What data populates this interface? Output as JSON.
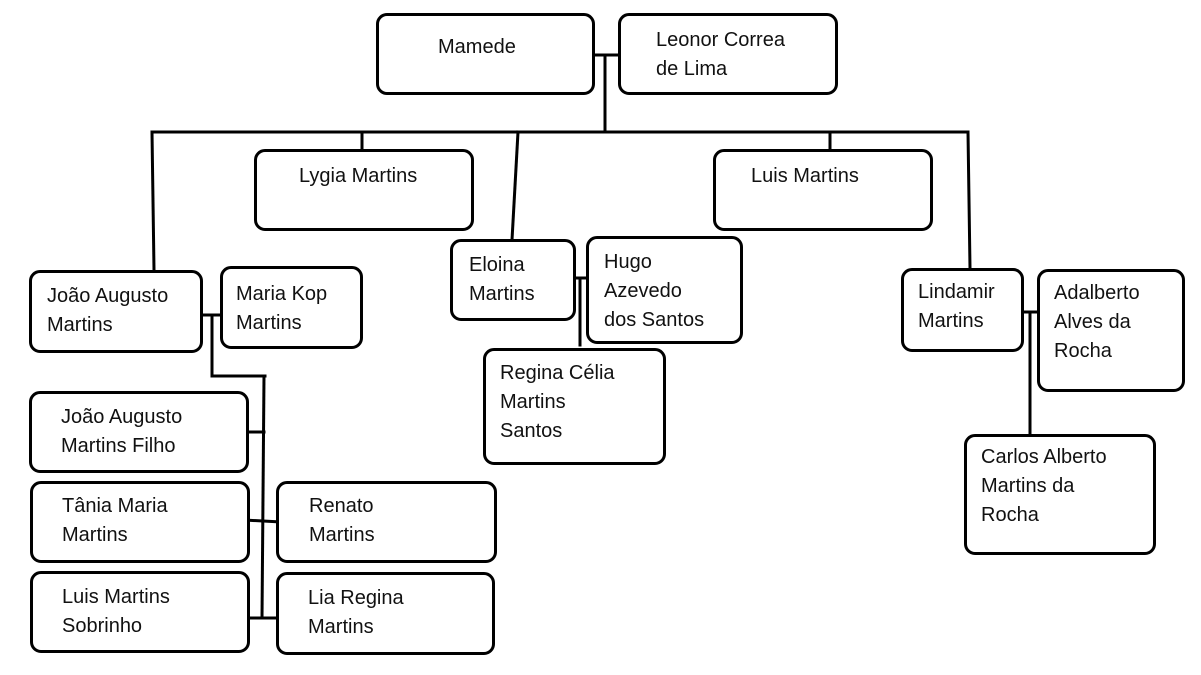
{
  "family_tree": {
    "couple_top": {
      "husband": "Mamede",
      "wife": "Leonor Correa\nde Lima"
    },
    "children": {
      "lygia": "Lygia Martins",
      "luis": "Luis Martins",
      "joao": "João Augusto\nMartins",
      "eloina": "Eloina\nMartins",
      "lindamir": "Lindamir\nMartins"
    },
    "spouses": {
      "maria_kop": "Maria Kop\nMartins",
      "hugo": "Hugo\nAzevedo\ndos Santos",
      "adalberto": "Adalberto\nAlves da\nRocha"
    },
    "grandchildren": {
      "joao_filho": "João Augusto\nMartins Filho",
      "tania": "Tânia Maria\nMartins",
      "luis_sobrinho": "Luis Martins\nSobrinho",
      "renato": "Renato\nMartins",
      "lia": "Lia Regina\nMartins",
      "regina": "Regina Célia\nMartins\nSantos",
      "carlos": "Carlos Alberto\nMartins da\nRocha"
    }
  }
}
